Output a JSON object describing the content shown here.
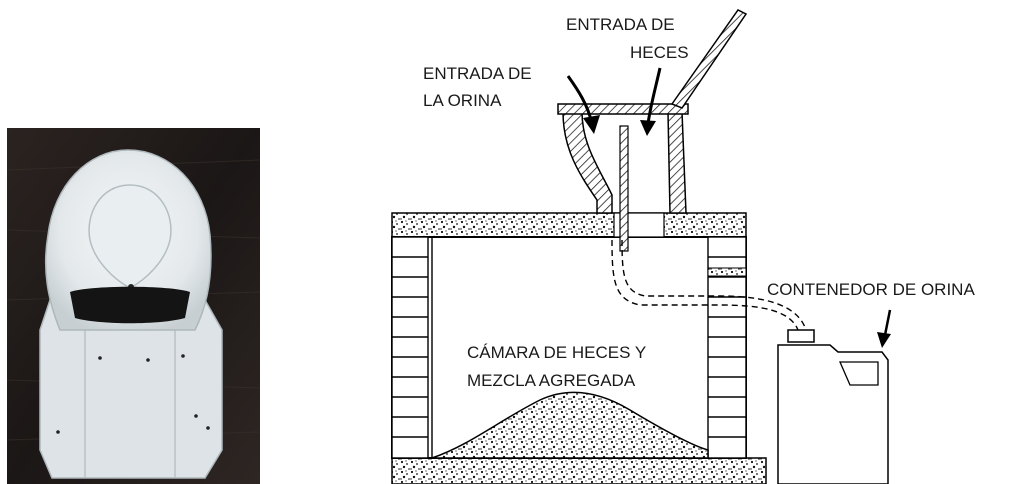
{
  "photo": {
    "subject": "urine-diverting-toilet-seat-photo"
  },
  "diagram": {
    "labels": {
      "faeces_inlet_line1": "ENTRADA DE",
      "faeces_inlet_line2": "HECES",
      "urine_inlet_line1": "ENTRADA DE",
      "urine_inlet_line2": "LA ORINA",
      "urine_container": "CONTENEDOR DE ORINA",
      "chamber_line1": "CÁMARA DE HECES Y",
      "chamber_line2": "MEZCLA AGREGADA"
    }
  }
}
